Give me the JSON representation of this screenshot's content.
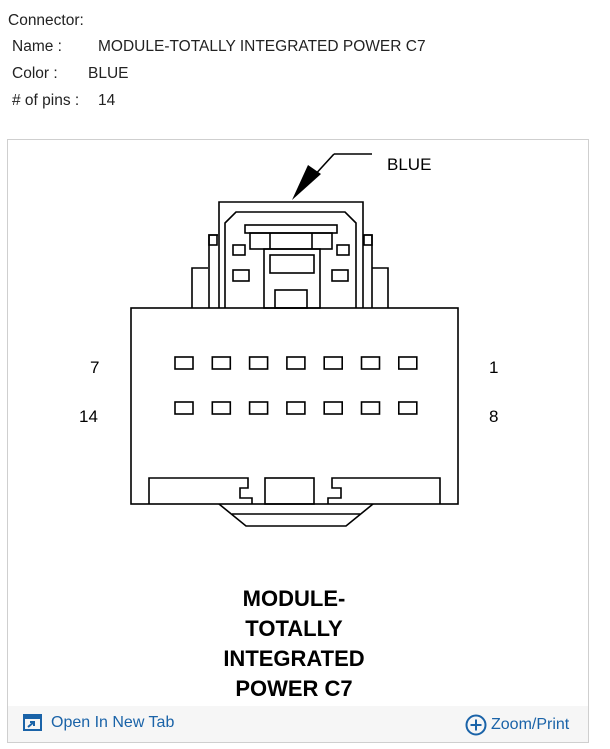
{
  "connector": {
    "heading": "Connector:",
    "name_label": "Name :",
    "name_value": "MODULE-TOTALLY INTEGRATED POWER C7",
    "color_label": "Color :",
    "color_value": "BLUE",
    "pins_label": "# of pins :",
    "pins_value": "14"
  },
  "diagram": {
    "color_callout": "BLUE",
    "pin_top_left": "7",
    "pin_top_right": "1",
    "pin_bottom_left": "14",
    "pin_bottom_right": "8",
    "title_lines": [
      "MODULE-",
      "TOTALLY",
      "INTEGRATED",
      "POWER C7"
    ]
  },
  "footer": {
    "open_tab_label": "Open In New Tab",
    "zoom_label": "Zoom/Print",
    "open_tab_icon": "open-in-new-tab-icon",
    "zoom_icon": "zoom-plus-icon",
    "link_color": "#1a63a8"
  }
}
